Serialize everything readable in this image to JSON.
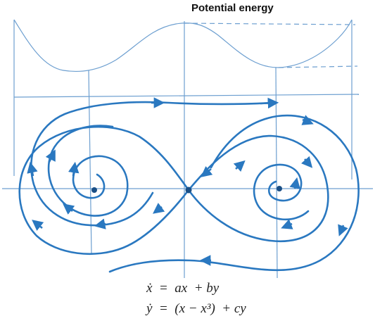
{
  "title": "Potential energy",
  "equations": {
    "eq1": "ẋ  =  ax  + by",
    "eq2": "ẏ  =  (x − x³)  + cy"
  },
  "colors": {
    "curve": "#2a78c0",
    "thin": "#6d9fd0",
    "dot": "#1a4f86"
  }
}
